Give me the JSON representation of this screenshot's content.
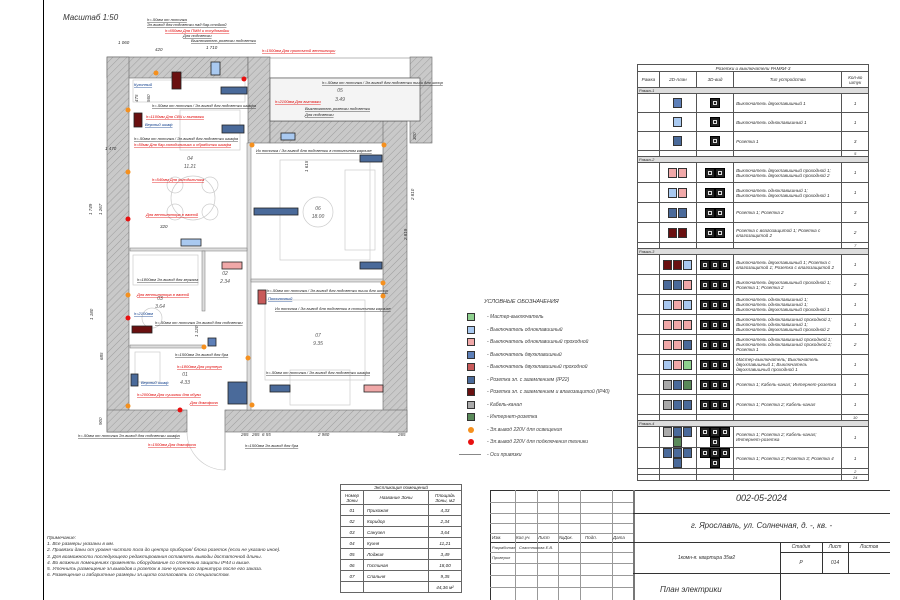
{
  "drawing": {
    "scale_label": "Масштаб 1:50",
    "rooms": [
      {
        "num": "04",
        "area": "11.21"
      },
      {
        "num": "06",
        "area": "18.00"
      },
      {
        "num": "05",
        "area": "3.49"
      },
      {
        "num": "03",
        "area": "3.64"
      },
      {
        "num": "02",
        "area": "2.34"
      },
      {
        "num": "01",
        "area": "4.33"
      },
      {
        "num": "07",
        "area": "9.35"
      }
    ],
    "dimensions": [
      "1 060",
      "420",
      "1 710",
      "475",
      "560",
      "1 470",
      "320",
      "1 749",
      "1 267",
      "1 180",
      "685",
      "900",
      "265",
      "265",
      "6 55",
      "2 980",
      "265",
      "1 615",
      "2 810",
      "2 819",
      "300",
      "1 120"
    ],
    "annotations": [
      {
        "text": "h=-50мм от потолка",
        "color": "#222"
      },
      {
        "text": "Эл.вывод для подсветки над бар.стойкой",
        "color": "#222"
      },
      {
        "text": "h=650мм Для ПММ и посудомойки",
        "color": "#e00000"
      },
      {
        "text": "Для подсветки",
        "color": "#222"
      },
      {
        "text": "Выключатель розетки подсветки",
        "color": "#222"
      },
      {
        "text": "h=1500мм Для приточной вентиляции",
        "color": "#e00000"
      },
      {
        "text": "h=-50мм от потолка / Эл.вывод для подсветки шкафа",
        "color": "#222"
      },
      {
        "text": "h=1100мм Для СВЧ и вытяжки",
        "color": "#e00000"
      },
      {
        "text": "h=2100мм Для вытяжки",
        "color": "#e00000"
      },
      {
        "text": "h=-50мм от потолка / Эл.вывод для подсветки ниши для штор",
        "color": "#222"
      },
      {
        "text": "Выключатель розетки подсветки",
        "color": "#222"
      },
      {
        "text": "Для подсветки",
        "color": "#222"
      },
      {
        "text": "Из потолка / Эл.вывод для подсветки в потолочном карнизе",
        "color": "#222"
      },
      {
        "text": "h=-50мм от потолка / Эл.вывод для подсветки шкафа",
        "color": "#222"
      },
      {
        "text": "h=50мм Для бар.холодильника и обработки шкафа",
        "color": "#e00000"
      },
      {
        "text": "h=540мм Для холодильника",
        "color": "#e00000"
      },
      {
        "text": "Для вентилятора в ванной",
        "color": "#e00000"
      },
      {
        "text": "h=1800мм Эл.вывод для зеркала",
        "color": "#222"
      },
      {
        "text": "Для вентилятора в ванной",
        "color": "#e00000"
      },
      {
        "text": "h=2100мм",
        "color": "#0a3a8a"
      },
      {
        "text": "h=-50мм от потолка Эл.вывод для подсветки",
        "color": "#222"
      },
      {
        "text": "h=1500мм Эл.вывод для бра",
        "color": "#222"
      },
      {
        "text": "h=1800мм Для роутера",
        "color": "#e00000"
      },
      {
        "text": "h=2000мм Для сушилки для обуви",
        "color": "#e00000"
      },
      {
        "text": "Для домофона",
        "color": "#e00000"
      },
      {
        "text": "h=-50мм от потолка Эл.вывод для подсветки шкафа",
        "color": "#222"
      },
      {
        "text": "h=1500мм Для домофона",
        "color": "#e00000"
      },
      {
        "text": "h=1500мм Эл.вывод для бра",
        "color": "#222"
      },
      {
        "text": "h=-50мм от потолка / Эл.вывод для подсветки ниши для штор",
        "color": "#222"
      },
      {
        "text": "Из потолка / Эл.вывод для подсветки в потолочном карнизе",
        "color": "#222"
      },
      {
        "text": "h=-50мм от потолка / Эл.вывод для подсветки шкафа",
        "color": "#222"
      },
      {
        "text": "Кухонный",
        "color": "#0a3a8a"
      },
      {
        "text": "Верхний шкаф",
        "color": "#0a3a8a"
      },
      {
        "text": "Потолочный",
        "color": "#0a3a8a"
      },
      {
        "text": "Верхний шкаф",
        "color": "#0a3a8a"
      }
    ]
  },
  "legend": {
    "title": "УСЛОВНЫЕ ОБОЗНАЧЕНИЯ",
    "items": [
      {
        "label": "- Мастер-выключатель",
        "kind": "swatch",
        "color": "#8fd18f"
      },
      {
        "label": "- Выключатель одноклавишный",
        "kind": "swatch",
        "color": "#a9c9f0"
      },
      {
        "label": "- Выключатель одноклавишный проходной",
        "kind": "swatch",
        "color": "#f0a8a8"
      },
      {
        "label": "- Выключатель двухклавишный",
        "kind": "swatch",
        "color": "#5d7fb8"
      },
      {
        "label": "- Выключатель двухклавишный проходной",
        "kind": "swatch",
        "color": "#c85a5a"
      },
      {
        "label": "- Розетка эл. с заземлением (IP22)",
        "kind": "swatch",
        "color": "#4a6a9a"
      },
      {
        "label": "- Розетка эл. с заземлением и влагозащитой (IP40)",
        "kind": "swatch",
        "color": "#6a1010"
      },
      {
        "label": "- Кабель-канал",
        "kind": "swatch",
        "color": "#aaaaaa"
      },
      {
        "label": "- Интернет-розетка",
        "kind": "swatch",
        "color": "#5a8a5a"
      },
      {
        "label": "- Эл.вывод 220V для освещения",
        "kind": "dot",
        "color": "#f5901e"
      },
      {
        "label": "- Эл.вывод 220V для подключения техники",
        "kind": "dot",
        "color": "#e81010"
      },
      {
        "label": "- Оси привязки",
        "kind": "line",
        "color": "#888888"
      }
    ]
  },
  "devices_table": {
    "title": "Розетки и выключатели РАМКИ-3",
    "headers": [
      "Рамка",
      "2D-план",
      "3D-вид",
      "Тип устройства",
      "Кол-во штук"
    ],
    "groups": [
      {
        "label": "Рамка-1",
        "total": "5",
        "rows": [
          {
            "type": "Выключатель двухклавишный 1",
            "count": "1",
            "icons": [
              "#5d7fb8"
            ]
          },
          {
            "type": "Выключатель одноклавишный 1",
            "count": "1",
            "icons": [
              "#a9c9f0"
            ]
          },
          {
            "type": "Розетка 1",
            "count": "3",
            "icons": [
              "#4a6a9a"
            ]
          }
        ]
      },
      {
        "label": "Рамка-2",
        "total": "7",
        "rows": [
          {
            "type": "Выключатель двухклавишный проходной 1; Выключатель двухклавишный проходной 2",
            "count": "1",
            "icons": [
              "#f0a8a8",
              "#f0a8a8"
            ]
          },
          {
            "type": "Выключатель одноклавишный 1; Выключатель двухклавишный проходной 1",
            "count": "1",
            "icons": [
              "#a9c9f0",
              "#f0a8a8"
            ]
          },
          {
            "type": "Розетка 1; Розетка 2",
            "count": "3",
            "icons": [
              "#4a6a9a",
              "#4a6a9a"
            ]
          },
          {
            "type": "Розетка с влагозащитой 1; Розетка с влагозащитой 2",
            "count": "2",
            "icons": [
              "#6a1010",
              "#6a1010"
            ]
          }
        ]
      },
      {
        "label": "Рамка-3",
        "total": "10",
        "rows": [
          {
            "type": "Выключатель двухклавишный 1; Розетка с влагозащитой 1; Розетка с влагозащитой 2",
            "count": "1",
            "icons": [
              "#6a1010",
              "#6a1010",
              "#a9c9f0"
            ]
          },
          {
            "type": "Выключатель двухклавишный проходной 1; Розетка 1; Розетка 2",
            "count": "2",
            "icons": [
              "#4a6a9a",
              "#4a6a9a",
              "#f0a8a8"
            ]
          },
          {
            "type": "Выключатель одноклавишный 1; Выключатель одноклавишный 1; Выключатель двухклавишный проходной 1",
            "count": "1",
            "icons": [
              "#a9c9f0",
              "#f0a8a8",
              "#a9c9f0"
            ]
          },
          {
            "type": "Выключатель одноклавишный проходной 1; Выключатель одноклавишный 1; Выключатель двухклавишный проходной 2",
            "count": "1",
            "icons": [
              "#f0a8a8",
              "#f0a8a8",
              "#f0a8a8"
            ]
          },
          {
            "type": "Выключатель одноклавишный проходной 1; Выключатель одноклавишный проходной 2; Розетка 1",
            "count": "2",
            "icons": [
              "#f0a8a8",
              "#f0a8a8",
              "#4a6a9a"
            ]
          },
          {
            "type": "Мастер-выключатель; Выключатель двухклавишный 1; Выключатель двухклавишный проходной 1",
            "count": "1",
            "icons": [
              "#a9c9f0",
              "#f0a8a8",
              "#8fd18f"
            ]
          },
          {
            "type": "Розетка 1; Кабель-канал; Интернет-розетка",
            "count": "1",
            "icons": [
              "#aaaaaa",
              "#4a6a9a",
              "#5a8a5a"
            ]
          },
          {
            "type": "Розетка 1; Розетка 2; Кабель-канал",
            "count": "1",
            "icons": [
              "#aaaaaa",
              "#4a6a9a",
              "#4a6a9a"
            ]
          }
        ]
      },
      {
        "label": "Рамка-4",
        "total": "2",
        "rows": [
          {
            "type": "Розетка 1; Розетка 2; Кабель-канал; Интернет-розетка",
            "count": "1",
            "icons": [
              "#aaaaaa",
              "#4a6a9a",
              "#4a6a9a",
              "#5a8a5a"
            ]
          },
          {
            "type": "Розетка 1; Розетка 2; Розетка 3; Розетка 4",
            "count": "1",
            "icons": [
              "#4a6a9a",
              "#4a6a9a",
              "#4a6a9a",
              "#4a6a9a"
            ]
          }
        ]
      }
    ],
    "grand_total": "24"
  },
  "rooms_table": {
    "title": "Экспликация помещений",
    "headers": [
      "Номер Зоны",
      "Название Зоны",
      "Площадь Зоны, м2"
    ],
    "rows": [
      [
        "01",
        "Прихожая",
        "4,33"
      ],
      [
        "02",
        "Коридор",
        "2,34"
      ],
      [
        "03",
        "Санузел",
        "3,64"
      ],
      [
        "04",
        "Кухня",
        "11,21"
      ],
      [
        "05",
        "Лоджия",
        "3,49"
      ],
      [
        "06",
        "Гостиная",
        "18,00"
      ],
      [
        "07",
        "Спальня",
        "9,35"
      ]
    ],
    "total": "44,36 м²"
  },
  "notes": {
    "title": "Примечание:",
    "items": [
      "1. Все размеры указаны в мм.",
      "2. Привязки даны от уровня чистого пола до центра приборов/ блока розеток (если не указано иное).",
      "3. Для возможности последующего редактирования оставлять выводы достаточной длины.",
      "4. Во влажных помещениях применять оборудование со степенью защиты IP44 и выше.",
      "5. Уточнить размещение эл.выводов и розеток в зоне кухонного гарнитура после его заказа.",
      "6. Размещение и габаритные размеры эл.щита согласовать со специалистом."
    ]
  },
  "title_block": {
    "code": "002-05-2024",
    "address": "г. Ярославль, ул. Солнечная, д. -, кв. -",
    "col_headers": [
      "Изм.",
      "Кол.уч.",
      "Лист",
      "№Док.",
      "Подп.",
      "Дата"
    ],
    "developed_label": "Разработал",
    "developer": "Сластникова Е.В.",
    "checked_label": "Проверил",
    "object": "1комн-я. квартира 35м2",
    "stage_label": "Стадия",
    "sheet_label": "Лист",
    "sheets_label": "Листов",
    "stage": "Р",
    "sheet": "014",
    "sheet_title": "План электрики"
  }
}
